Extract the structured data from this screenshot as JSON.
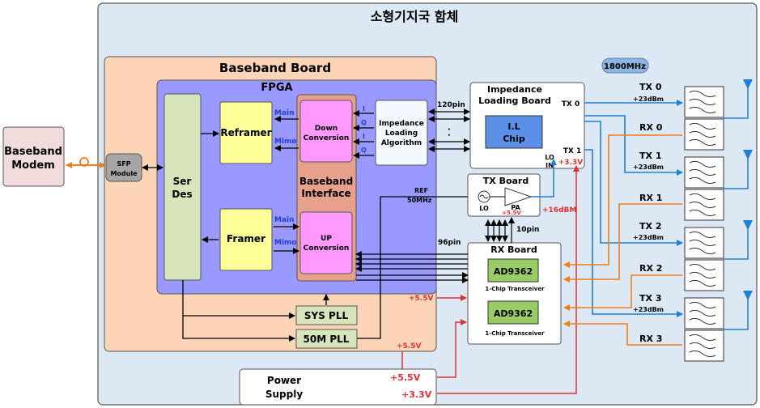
{
  "title": "소형기지국 함체",
  "baseband_modem": {
    "line1": "Baseband",
    "line2": "Modem"
  },
  "sfp": {
    "line1": "SFP",
    "line2": "Module"
  },
  "baseband_board": {
    "title": "Baseband Board"
  },
  "fpga": {
    "title": "FPGA"
  },
  "serdes": {
    "line1": "Ser",
    "line2": "Des"
  },
  "reframer": {
    "label": "Reframer"
  },
  "framer": {
    "label": "Framer"
  },
  "down_conversion": {
    "line1": "Down",
    "line2": "Conversion"
  },
  "up_conversion": {
    "line1": "UP",
    "line2": "Conversion"
  },
  "baseband_interface": {
    "line1": "Baseband",
    "line2": "Interface"
  },
  "main_label": "Main",
  "mimo_label": "Mimo",
  "iq_labels": [
    "I",
    "Q",
    "I",
    "Q"
  ],
  "impedance_algo": {
    "line1": "Impedance",
    "line2": "Loading",
    "line3": "Algorithm"
  },
  "pins": {
    "p120": "120pin",
    "p96": "96pin",
    "p10": "10pin"
  },
  "ref": {
    "line1": "REF",
    "line2": "50MHz"
  },
  "sys_pll": "SYS PLL",
  "m50_pll": "50M PLL",
  "impedance_board": {
    "line1": "Impedance",
    "line2": "Loading Board",
    "chip1": "I.L",
    "chip2": "Chip",
    "tx0": "TX 0",
    "tx1": "TX 1",
    "lo": "LO",
    "in": "IN",
    "v33": "+3.3V"
  },
  "tx_board": {
    "title": "TX Board",
    "lo": "LO",
    "pa": "PA",
    "v55": "+5.5V",
    "out": "+16dBM"
  },
  "rx_board": {
    "title": "RX Board",
    "chip1": "AD9362",
    "chip2": "AD9362",
    "sub1": "1-Chip Transceiver",
    "sub2": "1-Chip Transceiver"
  },
  "freq_badge": "1800MHz",
  "channels": [
    {
      "tx": "TX 0",
      "power": "+23dBm",
      "rx": "RX 0"
    },
    {
      "tx": "TX 1",
      "power": "+23dBm",
      "rx": "RX 1"
    },
    {
      "tx": "TX 2",
      "power": "+23dBm",
      "rx": "RX 2"
    },
    {
      "tx": "TX 3",
      "power": "+23dBm",
      "rx": "RX 3"
    }
  ],
  "power_supply": {
    "line1": "Power",
    "line2": "Supply",
    "v55": "+5.5V",
    "v33": "+3.3V"
  },
  "rail_labels": {
    "v55_rx": "+5.5V",
    "v55_ps": "+5.5V"
  },
  "colors": {
    "enclosure": "#dce8f4",
    "baseband_board": "#fbd5b5",
    "fpga": "#9999ff",
    "serdes": "#d7e4bc",
    "framer": "#ffff99",
    "conversion": "#ff99ff",
    "bb_interface": "#e6a08c",
    "chip_blue": "#5b8fe8",
    "rx_chip": "#99cc66",
    "tx_line": "#1f7ed6",
    "rx_line": "#f07c1e",
    "power_line": "#e03030"
  }
}
